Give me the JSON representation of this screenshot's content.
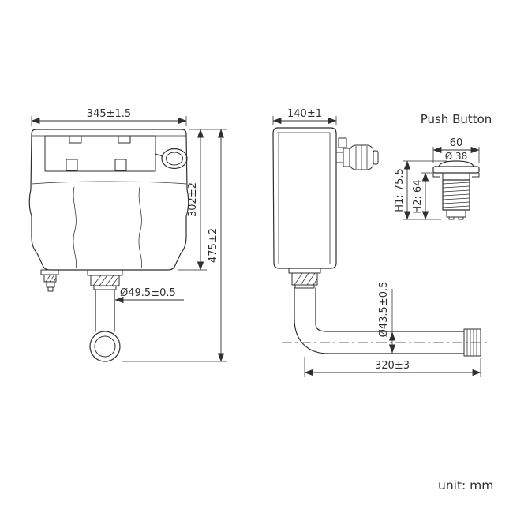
{
  "drawing": {
    "unit_label": "unit: mm",
    "colors": {
      "line": "#2f2f2f",
      "background": "#ffffff"
    },
    "front_view": {
      "width": "345±1.5",
      "body_height": "302±2",
      "total_height": "475±2",
      "outlet_diameter": "Ø49.5±0.5"
    },
    "side_view": {
      "depth": "140±1",
      "pipe_diameter": "Ø43.5±0.5",
      "pipe_length": "320±3"
    },
    "push_button": {
      "label": "Push Button",
      "width": "60",
      "cap_diameter": "Ø 38",
      "h1": "H1: 75.5",
      "h2": "H2: 64"
    }
  }
}
